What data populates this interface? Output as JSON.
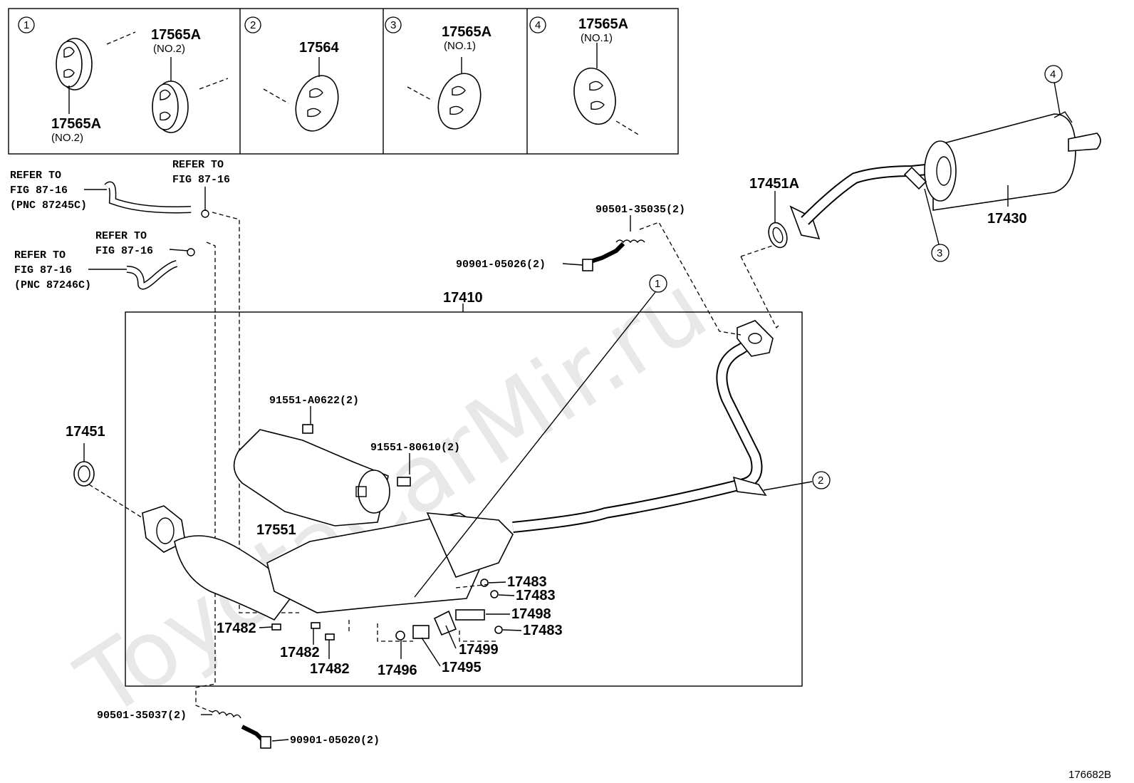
{
  "watermark": "ToyotaCarMir.ru",
  "figure_code": "176682B",
  "insets": [
    {
      "num": "1",
      "labels": [
        {
          "text": "17565A",
          "sub": "(NO.2)"
        },
        {
          "text": "17565A",
          "sub": "(NO.2)"
        }
      ]
    },
    {
      "num": "2",
      "labels": [
        {
          "text": "17564",
          "sub": ""
        }
      ]
    },
    {
      "num": "3",
      "labels": [
        {
          "text": "17565A",
          "sub": "(NO.1)"
        }
      ]
    },
    {
      "num": "4",
      "labels": [
        {
          "text": "17565A",
          "sub": "(NO.1)"
        }
      ]
    }
  ],
  "refs": {
    "r1": [
      "REFER TO",
      "FIG 87-16",
      "(PNC 87245C)"
    ],
    "r2": [
      "REFER TO",
      "FIG 87-16"
    ],
    "r3": [
      "REFER TO",
      "FIG 87-16"
    ],
    "r4": [
      "REFER TO",
      "FIG 87-16",
      "(PNC 87246C)"
    ]
  },
  "parts": {
    "p17410": "17410",
    "p17451": "17451",
    "p17451A": "17451A",
    "p17430": "17430",
    "p17551": "17551",
    "p90501_35035": "90501-35035(2)",
    "p90901_05026": "90901-05026(2)",
    "p91551_A0622": "91551-A0622(2)",
    "p91551_80610": "91551-80610(2)",
    "p17483a": "17483",
    "p17483b": "17483",
    "p17483c": "17483",
    "p17498": "17498",
    "p17499": "17499",
    "p17495": "17495",
    "p17496": "17496",
    "p17482a": "17482",
    "p17482b": "17482",
    "p17482c": "17482",
    "p90501_35037": "90501-35037(2)",
    "p90901_05020": "90901-05020(2)"
  },
  "callouts": {
    "c1": "1",
    "c2": "2",
    "c3": "3",
    "c4": "4"
  }
}
